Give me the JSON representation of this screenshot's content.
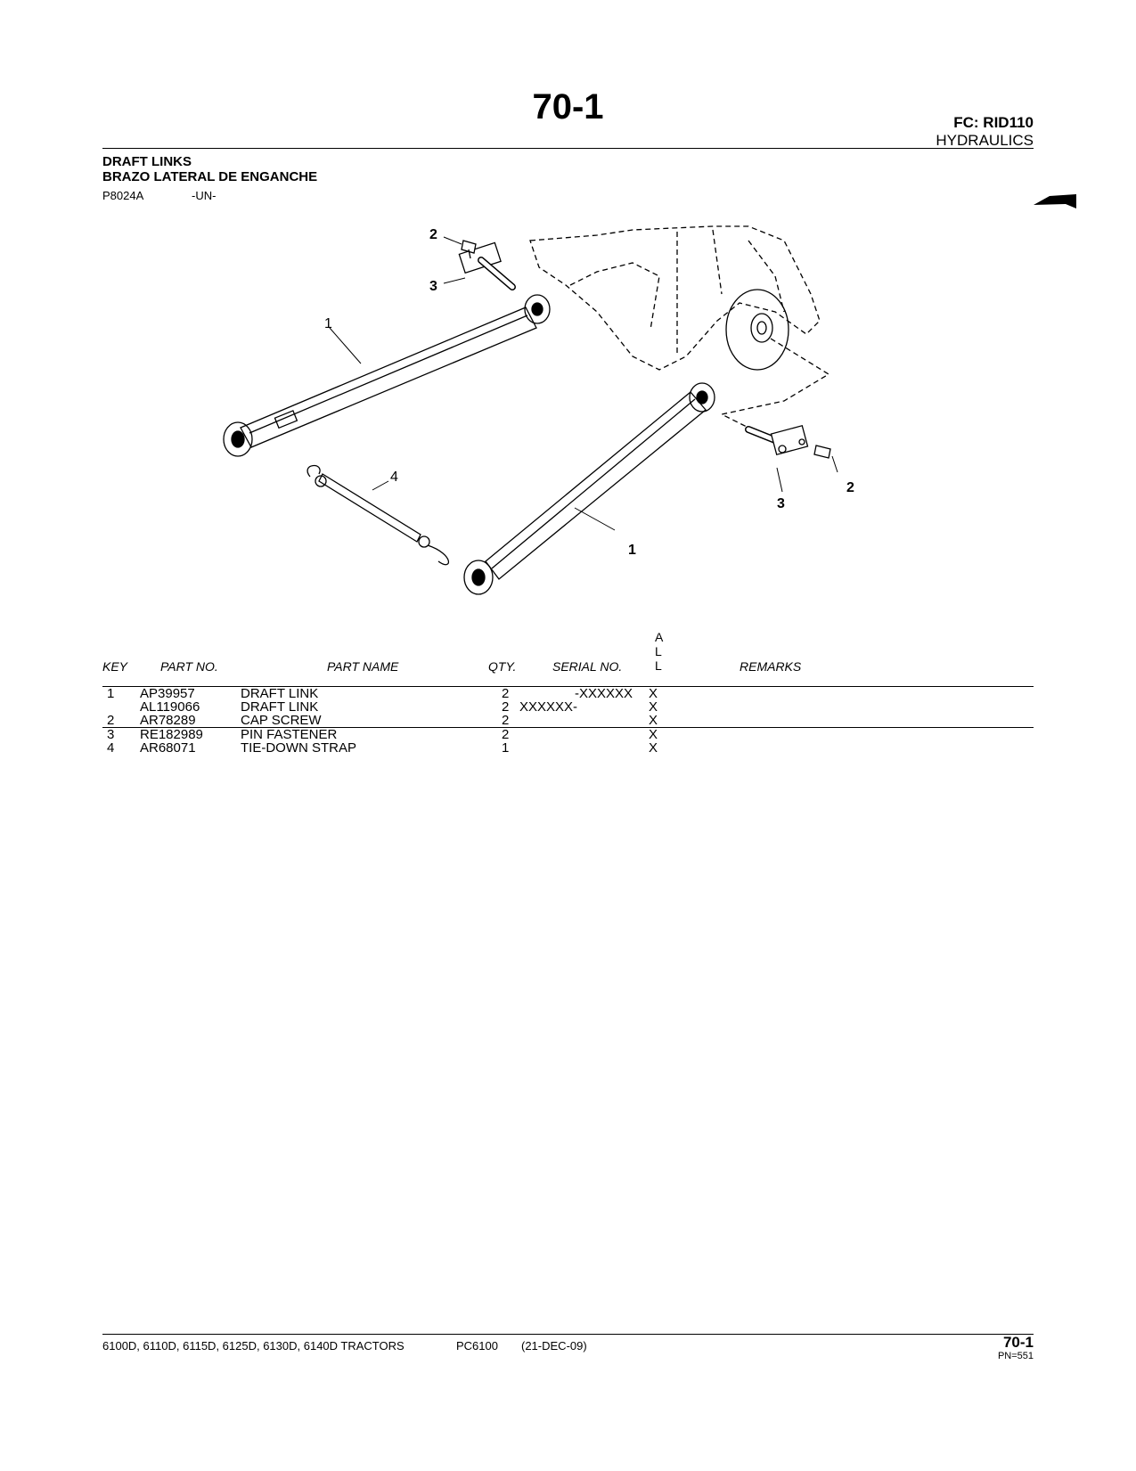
{
  "header": {
    "page_number": "70-1",
    "fc_code": "FC: RID110",
    "section": "HYDRAULICS"
  },
  "title": {
    "english": "DRAFT LINKS",
    "spanish": "BRAZO LATERAL DE ENGANCHE",
    "illustration_id": "P8024A",
    "illustration_code": "-UN-"
  },
  "diagram": {
    "callouts": [
      "2",
      "3",
      "1",
      "4",
      "1",
      "3",
      "2"
    ]
  },
  "table": {
    "headers": {
      "key": "KEY",
      "part_no": "PART NO.",
      "part_name": "PART NAME",
      "qty": "QTY.",
      "serial_no": "SERIAL NO.",
      "all_a": "A",
      "all_l1": "L",
      "all_l2": "L",
      "remarks": "REMARKS"
    },
    "rows": [
      {
        "key": "1",
        "part_no": "AP39957",
        "part_name": "DRAFT LINK",
        "qty": "2",
        "serial": "-XXXXXX",
        "all": "X"
      },
      {
        "key": "",
        "part_no": "AL119066",
        "part_name": "DRAFT LINK",
        "qty": "2",
        "serial": "XXXXXX-",
        "all": "X"
      },
      {
        "key": "2",
        "part_no": "AR78289",
        "part_name": "CAP SCREW",
        "qty": "2",
        "serial": "",
        "all": "X"
      },
      {
        "key": "3",
        "part_no": "RE182989",
        "part_name": "PIN FASTENER",
        "qty": "2",
        "serial": "",
        "all": "X"
      },
      {
        "key": "4",
        "part_no": "AR68071",
        "part_name": "TIE-DOWN STRAP",
        "qty": "1",
        "serial": "",
        "all": "X"
      }
    ]
  },
  "footer": {
    "models": "6100D, 6110D, 6115D, 6125D, 6130D, 6140D TRACTORS",
    "catalog": "PC6100",
    "date": "(21-DEC-09)",
    "page_number": "70-1",
    "pn": "PN=551"
  }
}
